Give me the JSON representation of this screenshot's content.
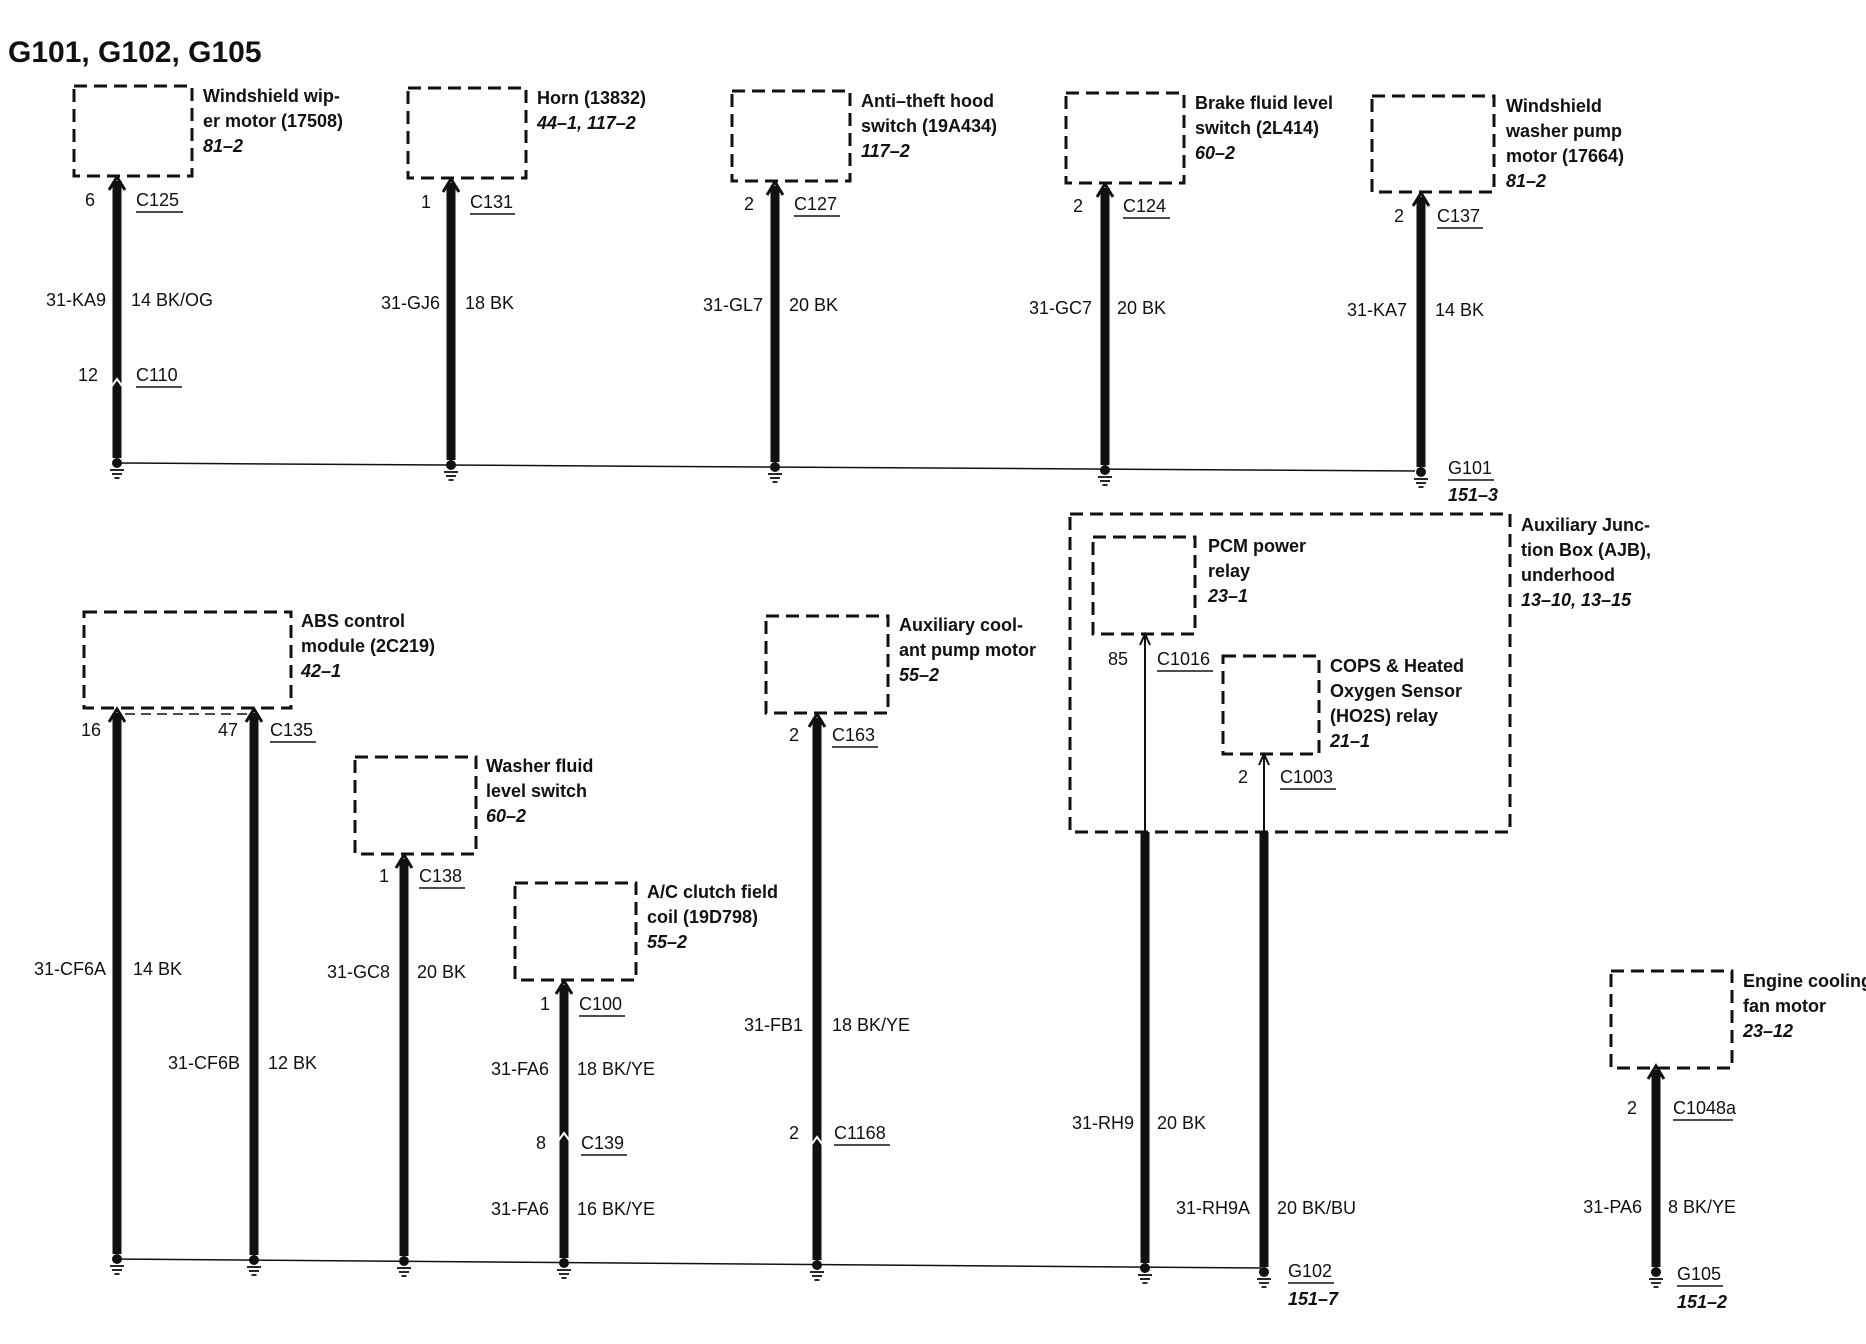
{
  "title": "G101, G102, G105",
  "components": {
    "wiper": {
      "name1": "Windshield wip-",
      "name2": "er motor (17508)",
      "ref": "81–2"
    },
    "horn": {
      "name1": "Horn (13832)",
      "ref": "44–1, 117–2"
    },
    "hood": {
      "name1": "Anti–theft hood",
      "name2": "switch (19A434)",
      "ref": "117–2"
    },
    "brake": {
      "name1": "Brake fluid level",
      "name2": "switch (2L414)",
      "ref": "60–2"
    },
    "washer_pump": {
      "name1": "Windshield",
      "name2": "washer pump",
      "name3": "motor (17664)",
      "ref": "81–2"
    },
    "abs": {
      "name1": "ABS control",
      "name2": "module (2C219)",
      "ref": "42–1"
    },
    "washer_level": {
      "name1": "Washer fluid",
      "name2": "level switch",
      "ref": "60–2"
    },
    "ac": {
      "name1": "A/C clutch field",
      "name2": "coil (19D798)",
      "ref": "55–2"
    },
    "aux_pump": {
      "name1": "Auxiliary cool-",
      "name2": "ant pump motor",
      "ref": "55–2"
    },
    "pcm_relay": {
      "name1": "PCM power",
      "name2": "relay",
      "ref": "23–1"
    },
    "ajb": {
      "name1": "Auxiliary Junc-",
      "name2": "tion Box (AJB),",
      "name3": "underhood",
      "ref": "13–10, 13–15"
    },
    "cops": {
      "name1": "COPS & Heated",
      "name2": "Oxygen Sensor",
      "name3": "(HO2S) relay",
      "ref": "21–1"
    },
    "fan": {
      "name1": "Engine cooling",
      "name2": "fan motor",
      "ref": "23–12"
    }
  },
  "wires": {
    "w1": {
      "pin": "6",
      "conn": "C125",
      "circuit": "31-KA9",
      "gauge": "14 BK/OG",
      "pin2": "12",
      "conn2": "C110"
    },
    "w2": {
      "pin": "1",
      "conn": "C131",
      "circuit": "31-GJ6",
      "gauge": "18 BK"
    },
    "w3": {
      "pin": "2",
      "conn": "C127",
      "circuit": "31-GL7",
      "gauge": "20 BK"
    },
    "w4": {
      "pin": "2",
      "conn": "C124",
      "circuit": "31-GC7",
      "gauge": "20 BK"
    },
    "w5": {
      "pin": "2",
      "conn": "C137",
      "circuit": "31-KA7",
      "gauge": "14 BK"
    },
    "w6": {
      "pin": "16",
      "circuit": "31-CF6A",
      "gauge": "14 BK"
    },
    "w7": {
      "pin": "47",
      "conn": "C135",
      "circuit": "31-CF6B",
      "gauge": "12 BK"
    },
    "w8": {
      "pin": "1",
      "conn": "C138",
      "circuit": "31-GC8",
      "gauge": "20 BK"
    },
    "w9": {
      "pin": "1",
      "conn": "C100",
      "circuit": "31-FA6",
      "gauge": "18 BK/YE",
      "pin2": "8",
      "conn2": "C139",
      "circuit2": "31-FA6",
      "gauge2": "16 BK/YE"
    },
    "w10": {
      "pin": "2",
      "conn": "C163",
      "circuit": "31-FB1",
      "gauge": "18 BK/YE",
      "pin2": "2",
      "conn2": "C1168"
    },
    "w11": {
      "pin": "85",
      "conn": "C1016",
      "circuit": "31-RH9",
      "gauge": "20 BK"
    },
    "w12": {
      "pin": "2",
      "conn": "C1003",
      "circuit": "31-RH9A",
      "gauge": "20 BK/BU"
    },
    "w13": {
      "pin": "2",
      "conn": "C1048a",
      "circuit": "31-PA6",
      "gauge": "8 BK/YE"
    }
  },
  "grounds": {
    "g101": {
      "name": "G101",
      "ref": "151–3"
    },
    "g102": {
      "name": "G102",
      "ref": "151–7"
    },
    "g105": {
      "name": "G105",
      "ref": "151–2"
    }
  }
}
